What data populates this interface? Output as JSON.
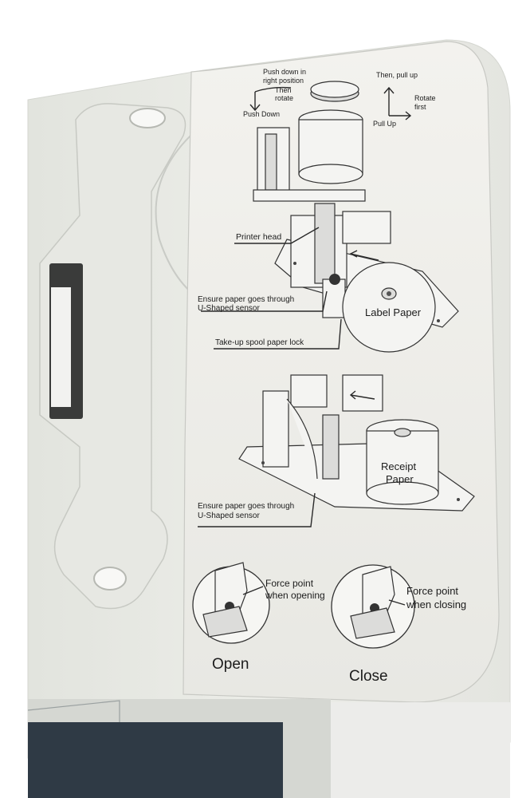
{
  "panel": {
    "push_down_right": "Push down in",
    "push_down_right2": "right position",
    "then_rotate1": "Then",
    "then_rotate2": "rotate",
    "push_down": "Push Down",
    "then_pull_up": "Then, pull up",
    "rotate_first1": "Rotate",
    "rotate_first2": "first",
    "pull_up": "Pull Up",
    "printer_head": "Printer head",
    "ensure_1a": "Ensure paper goes through",
    "ensure_1b": "U-Shaped sensor",
    "take_up": "Take-up spool paper lock",
    "label_paper": "Label Paper",
    "receipt_1": "Receipt",
    "receipt_2": "Paper",
    "ensure_2a": "Ensure paper goes through",
    "ensure_2b": "U-Shaped sensor",
    "force_open1": "Force point",
    "force_open2": "when opening",
    "force_close1": "Force point",
    "force_close2": "when closing",
    "open": "Open",
    "close": "Close"
  },
  "colors": {
    "body": "#e9ebe6",
    "panel": "#efeeea",
    "shadow": "#cfd1cc",
    "screen": "#2f3a45",
    "led": "#d7e24a"
  },
  "icons": [
    "arrow-down-curve-icon",
    "arrow-up-icon",
    "arrow-right-icon"
  ]
}
